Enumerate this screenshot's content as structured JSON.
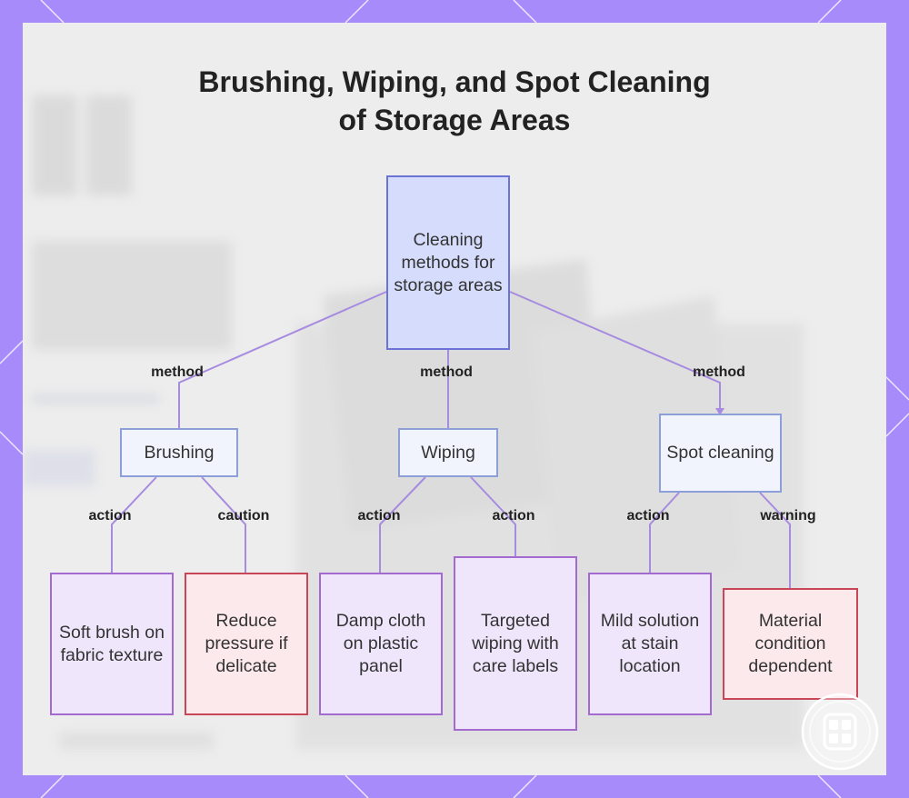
{
  "title_lines": [
    "Brushing, Wiping, and Spot Cleaning",
    "of Storage Areas"
  ],
  "diagram": {
    "root": "Cleaning methods for storage areas",
    "methods": [
      {
        "label": "Brushing",
        "edge": "method"
      },
      {
        "label": "Wiping",
        "edge": "method"
      },
      {
        "label": "Spot cleaning",
        "edge": "method"
      }
    ],
    "leaves": [
      {
        "label": "Soft brush on fabric texture",
        "edge": "action"
      },
      {
        "label": "Reduce pressure if delicate",
        "edge": "caution"
      },
      {
        "label": "Damp cloth on plastic panel",
        "edge": "action"
      },
      {
        "label": "Targeted wiping with care labels",
        "edge": "action"
      },
      {
        "label": "Mild solution at stain location",
        "edge": "action"
      },
      {
        "label": "Material condition dependent",
        "edge": "warning"
      }
    ]
  },
  "colors": {
    "frame": "#a78bfa",
    "edge": "#a78be0",
    "root_fill": "#d6dcfb",
    "leaf_fill": "#efe6fb",
    "alert_fill": "#fbe9ec",
    "alert_border": "#c94558"
  }
}
